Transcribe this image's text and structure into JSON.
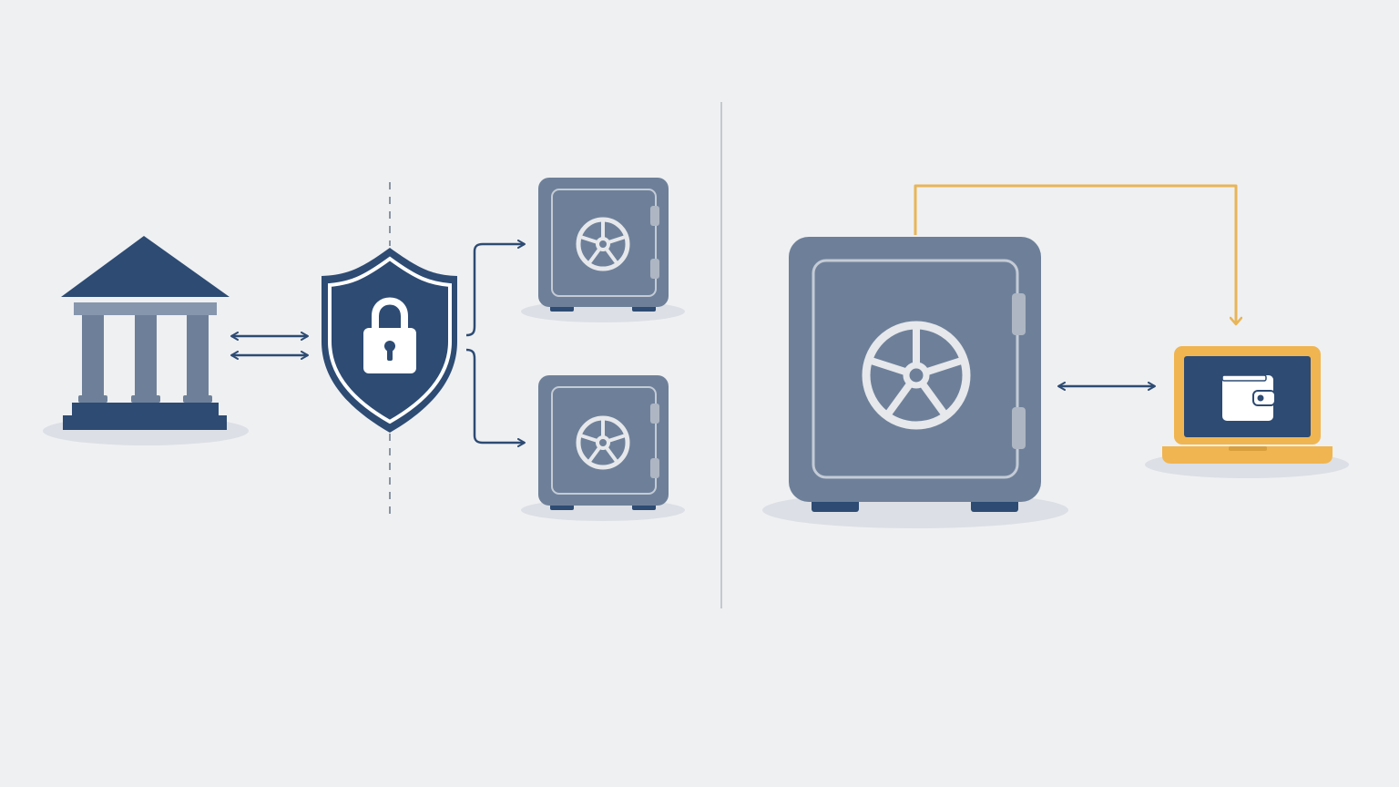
{
  "diagram": {
    "left_panel": {
      "nodes": [
        {
          "id": "institution",
          "icon": "bank-building-icon"
        },
        {
          "id": "custodian-shield",
          "icon": "shield-lock-icon"
        },
        {
          "id": "segregated-vault-top",
          "icon": "vault-safe-icon"
        },
        {
          "id": "segregated-vault-bottom",
          "icon": "vault-safe-icon"
        }
      ],
      "connectors": [
        {
          "from": "institution",
          "to": "custodian-shield",
          "style": "double-bidirectional-arrow"
        },
        {
          "from": "custodian-shield",
          "to": "segregated-vault-top",
          "style": "branch-arrow"
        },
        {
          "from": "custodian-shield",
          "to": "segregated-vault-bottom",
          "style": "branch-arrow"
        }
      ],
      "divider_style": "dashed-vertical"
    },
    "right_panel": {
      "nodes": [
        {
          "id": "self-custody-vault",
          "icon": "vault-safe-icon"
        },
        {
          "id": "laptop-wallet",
          "icon": "laptop-wallet-icon"
        }
      ],
      "connectors": [
        {
          "from": "self-custody-vault",
          "to": "laptop-wallet",
          "style": "orange-elbow-arrow"
        },
        {
          "from": "self-custody-vault",
          "to": "laptop-wallet",
          "style": "bidirectional-arrow"
        }
      ]
    },
    "section_divider": "solid-vertical"
  },
  "colors": {
    "background": "#eff0f2",
    "navy": "#2d4b73",
    "slate": "#6e8099",
    "slate_light": "#8696ad",
    "shadow": "#dcdfe5",
    "accent_orange": "#e8b557",
    "laptop_gold": "#f0b550",
    "divider_gray": "#c5c8ce",
    "dash_gray": "#8a94a3",
    "wheel": "#e6e8ec"
  }
}
